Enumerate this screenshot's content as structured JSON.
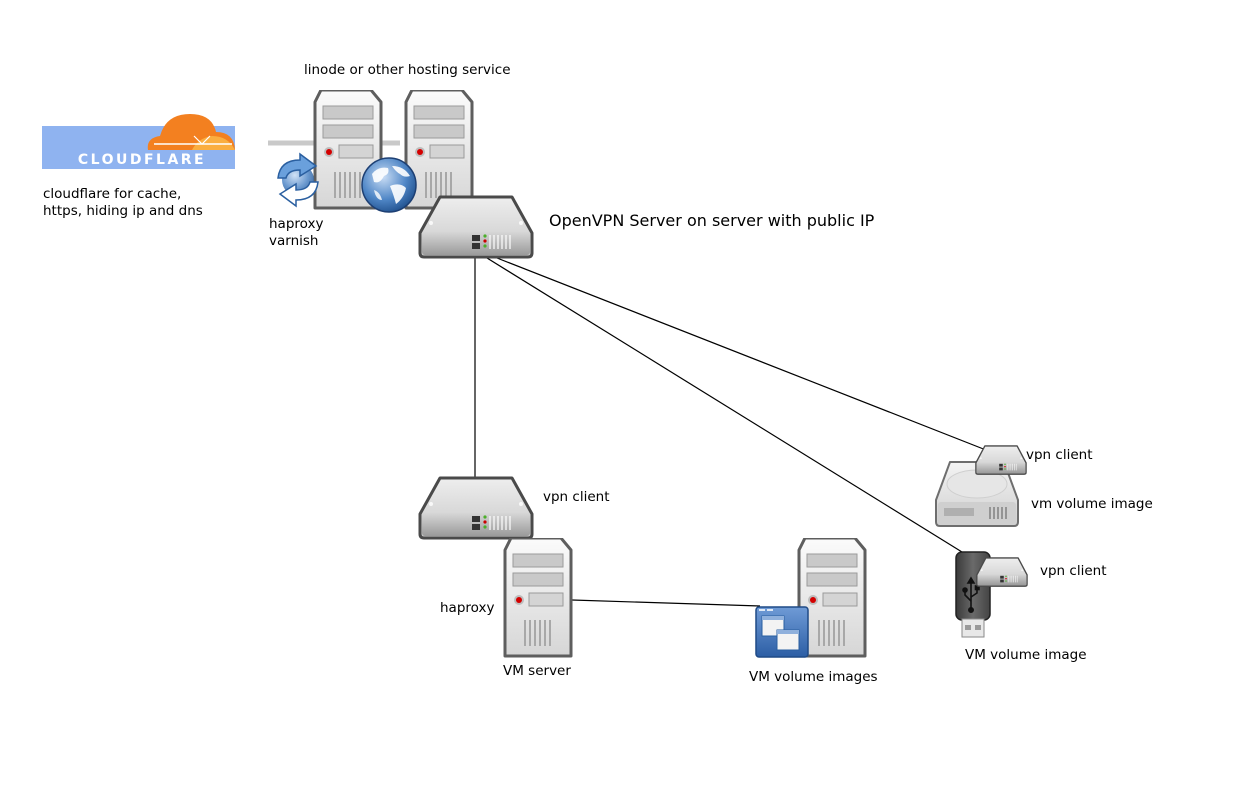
{
  "diagram": {
    "nodes": {
      "cloudflare": {
        "logo_text": "CLOUDFLARE",
        "label_lines": [
          "cloudflare for cache,",
          "https, hiding ip and dns"
        ],
        "colors": {
          "logo_bg": "#8fb3f0",
          "cloud_orange": "#f38020",
          "cloud_light": "#faae40"
        }
      },
      "hosting": {
        "label": "linode or other hosting service",
        "proxy_label_lines": [
          "haproxy",
          "varnish"
        ]
      },
      "openvpn_server": {
        "label": "OpenVPN Server on server with public IP"
      },
      "vpn_client_main": {
        "label": "vpn client"
      },
      "vm_server": {
        "label": "VM server",
        "side_label": "haproxy"
      },
      "vm_volume_images": {
        "label": "VM volume images"
      },
      "hdd_client": {
        "vpn_label": "vpn client",
        "label": "vm volume image"
      },
      "usb_client": {
        "vpn_label": "vpn client",
        "label": "VM volume image"
      }
    },
    "edges": [
      {
        "from": "openvpn_server",
        "to": "vpn_client_main"
      },
      {
        "from": "openvpn_server",
        "to": "usb_client"
      },
      {
        "from": "openvpn_server",
        "to": "hdd_client"
      },
      {
        "from": "vm_server",
        "to": "vm_volume_images"
      }
    ],
    "icon_names": [
      "cloudflare-logo",
      "server-tower-icon",
      "sync-icon",
      "globe-icon",
      "network-switch-icon",
      "window-app-icon",
      "hard-drive-icon",
      "usb-drive-icon"
    ]
  }
}
